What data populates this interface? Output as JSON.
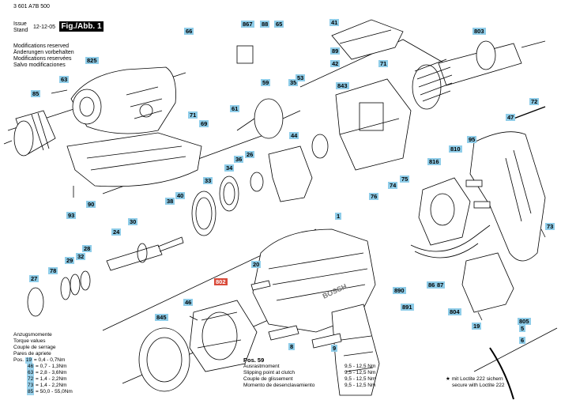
{
  "header": {
    "doc_number": "3 601 A7B 500",
    "issue_label": "Issue",
    "stand_label": "Stand",
    "issue_date": "12-12-05",
    "figure_label": "Fig./Abb. 1"
  },
  "modifications": [
    "Modifications reserved",
    "Änderungen vorbehalten",
    "Modifications reservées",
    "Salvo modificaciones"
  ],
  "torque_table": {
    "headers": [
      "Anzugsmomente",
      "Torque values",
      "Couple de serrage",
      "Pares de apriete"
    ],
    "pos_label": "Pos.",
    "rows": [
      {
        "pos": "19",
        "value": "= 0,4 -  0,7Nm"
      },
      {
        "pos": "46",
        "value": "= 0,7 -  1,3Nm"
      },
      {
        "pos": "63",
        "value": "= 2,8 -  3,6Nm"
      },
      {
        "pos": "72",
        "value": "= 1,4 -  2,2Nm"
      },
      {
        "pos": "73",
        "value": "= 1,4 -  2,2Nm"
      },
      {
        "pos": "85",
        "value": "= 50,0 - 55,0Nm"
      }
    ]
  },
  "pos59": {
    "title": "Pos. 59",
    "lines": [
      {
        "text": "Ausrastmoment",
        "value": "9,5 - 12,5 Nm"
      },
      {
        "text": "Slipping point at clutch",
        "value": "9,5 - 12,5 Nm"
      },
      {
        "text": "Couple de glissement",
        "value": "9,5 - 12,5 Nm"
      },
      {
        "text": "Momento de desenclavamiento",
        "value": "9,5 - 12,5 Nm"
      }
    ]
  },
  "loctite_note": {
    "line1": "★ mit Loctite 222 sichern",
    "line2": "secure with Loctite 222"
  },
  "brand_text": "BOSCH",
  "part_labels": [
    {
      "id": "66",
      "color": "blue"
    },
    {
      "id": "867",
      "color": "blue"
    },
    {
      "id": "88",
      "color": "blue"
    },
    {
      "id": "65",
      "color": "blue"
    },
    {
      "id": "41",
      "color": "blue"
    },
    {
      "id": "803",
      "color": "blue"
    },
    {
      "id": "825",
      "color": "blue"
    },
    {
      "id": "63",
      "color": "blue"
    },
    {
      "id": "89",
      "color": "blue"
    },
    {
      "id": "42",
      "color": "blue"
    },
    {
      "id": "71",
      "color": "blue"
    },
    {
      "id": "85",
      "color": "blue"
    },
    {
      "id": "59",
      "color": "blue"
    },
    {
      "id": "35",
      "color": "blue"
    },
    {
      "id": "53",
      "color": "blue"
    },
    {
      "id": "843",
      "color": "blue"
    },
    {
      "id": "61",
      "color": "blue"
    },
    {
      "id": "71b",
      "text": "71",
      "color": "blue"
    },
    {
      "id": "69",
      "color": "blue"
    },
    {
      "id": "72",
      "color": "blue"
    },
    {
      "id": "47",
      "color": "blue"
    },
    {
      "id": "44",
      "color": "blue"
    },
    {
      "id": "36",
      "color": "blue"
    },
    {
      "id": "26",
      "color": "blue"
    },
    {
      "id": "810",
      "color": "blue"
    },
    {
      "id": "95",
      "color": "blue"
    },
    {
      "id": "816",
      "color": "blue"
    },
    {
      "id": "34",
      "color": "blue"
    },
    {
      "id": "33",
      "color": "blue"
    },
    {
      "id": "40",
      "color": "blue"
    },
    {
      "id": "38",
      "color": "blue"
    },
    {
      "id": "93",
      "color": "blue"
    },
    {
      "id": "90",
      "color": "blue"
    },
    {
      "id": "74",
      "color": "blue"
    },
    {
      "id": "75",
      "color": "blue"
    },
    {
      "id": "76",
      "color": "blue"
    },
    {
      "id": "30",
      "color": "blue"
    },
    {
      "id": "24",
      "color": "blue"
    },
    {
      "id": "1",
      "color": "blue"
    },
    {
      "id": "73",
      "color": "blue"
    },
    {
      "id": "28",
      "color": "blue"
    },
    {
      "id": "29",
      "color": "blue"
    },
    {
      "id": "32",
      "color": "blue"
    },
    {
      "id": "20",
      "color": "blue"
    },
    {
      "id": "27",
      "color": "blue"
    },
    {
      "id": "78",
      "color": "blue"
    },
    {
      "id": "86",
      "color": "blue"
    },
    {
      "id": "87",
      "color": "blue"
    },
    {
      "id": "802",
      "color": "red"
    },
    {
      "id": "890",
      "color": "blue"
    },
    {
      "id": "891",
      "color": "blue"
    },
    {
      "id": "46",
      "color": "blue"
    },
    {
      "id": "804",
      "color": "blue"
    },
    {
      "id": "19",
      "color": "blue"
    },
    {
      "id": "805",
      "color": "blue"
    },
    {
      "id": "5",
      "color": "blue"
    },
    {
      "id": "845",
      "color": "blue"
    },
    {
      "id": "8",
      "color": "blue"
    },
    {
      "id": "9",
      "color": "blue"
    },
    {
      "id": "6",
      "color": "blue"
    }
  ]
}
